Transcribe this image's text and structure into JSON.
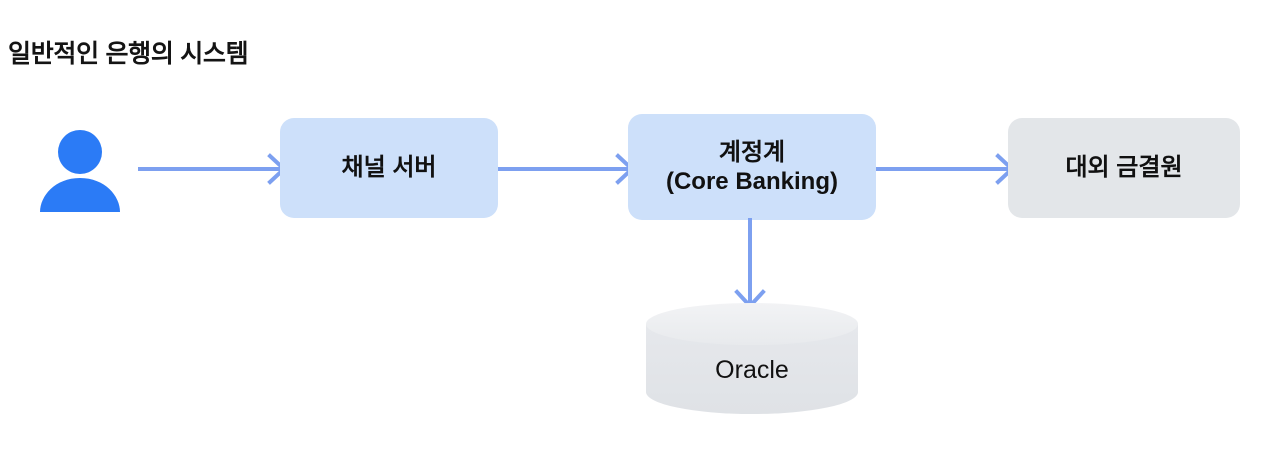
{
  "diagram": {
    "title": "일반적인 은행의 시스템",
    "background_color": "#ffffff",
    "accent_blue": "#7da0f0",
    "node_blue": "#cde0fa",
    "node_gray": "#e3e6e9",
    "user_icon_color": "#2b7bf6",
    "text_color": "#111111"
  },
  "actor": {
    "icon": "user-icon",
    "label": ""
  },
  "nodes": [
    {
      "id": "channel-server",
      "label": "채널 서버",
      "lines": [
        "채널 서버"
      ],
      "style": "blue"
    },
    {
      "id": "core-banking",
      "label": "계정계 (Core Banking)",
      "lines": [
        "계정계",
        "(Core Banking)"
      ],
      "style": "blue"
    },
    {
      "id": "external-clearing",
      "label": "대외 금결원",
      "lines": [
        "대외 금결원"
      ],
      "style": "gray"
    }
  ],
  "database": {
    "id": "oracle-db",
    "label": "Oracle",
    "shape": "cylinder"
  },
  "edges": [
    {
      "id": "user-to-channel",
      "from": "user",
      "to": "channel-server",
      "direction": "right",
      "label": ""
    },
    {
      "id": "channel-to-core",
      "from": "channel-server",
      "to": "core-banking",
      "direction": "right",
      "label": ""
    },
    {
      "id": "core-to-external",
      "from": "core-banking",
      "to": "external-clearing",
      "direction": "right",
      "label": ""
    },
    {
      "id": "core-to-db",
      "from": "core-banking",
      "to": "oracle-db",
      "direction": "down",
      "label": ""
    }
  ]
}
